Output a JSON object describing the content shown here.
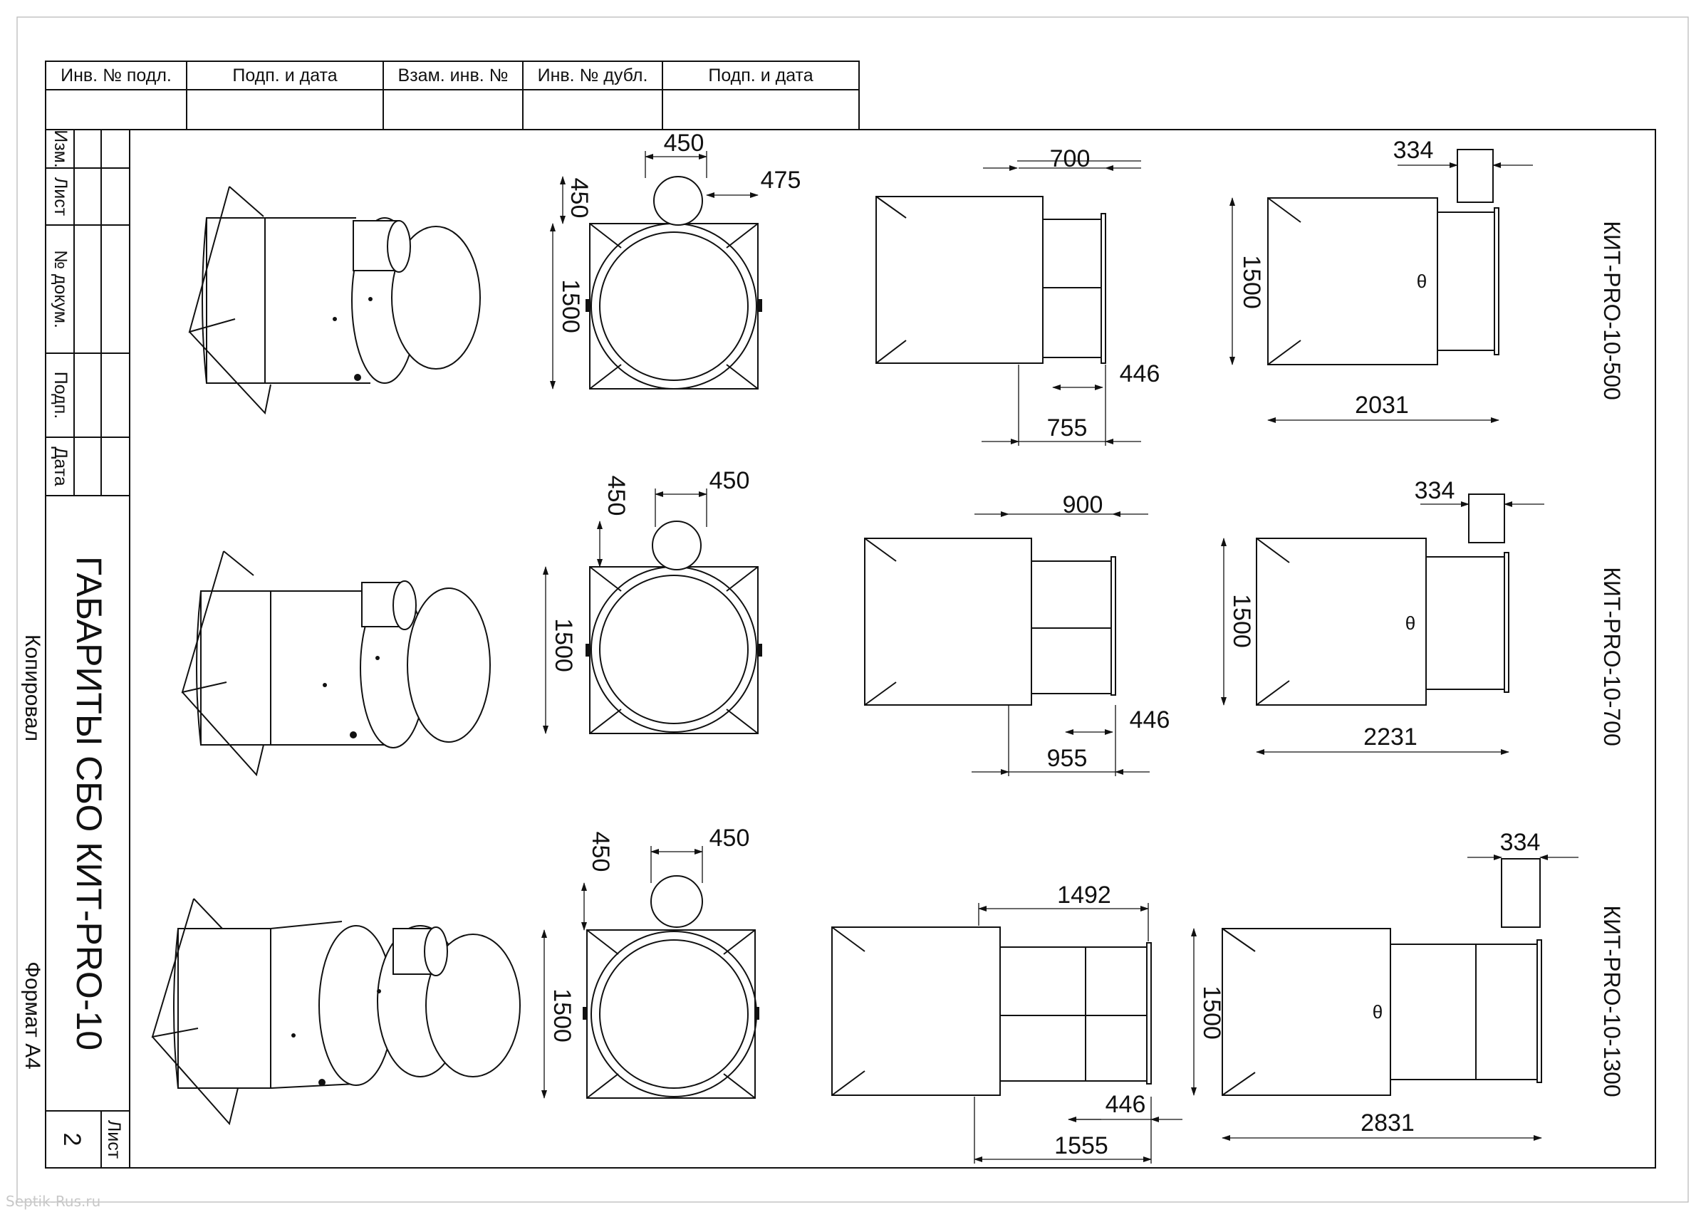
{
  "stamp": {
    "headers": [
      "Инв. № подл.",
      "Подп. и дата",
      "Взам. инв. №",
      "Инв. № дубл.",
      "Подп. и дата"
    ],
    "side_headers": [
      "Изм.",
      "Лист",
      "№ докум.",
      "Подп.",
      "Дата"
    ]
  },
  "title": "ГАБАРИТЫ СБО КИТ-PRO-10",
  "sheet": {
    "label": "Лист",
    "number": "2"
  },
  "margin": {
    "copied": "Копировал",
    "format": "Формат А4"
  },
  "watermark": "Septik-Rus.ru",
  "models": [
    {
      "name": "КИТ-PRO-10-500",
      "front": {
        "neck_width": "450",
        "neck_height": "450",
        "offset": "475",
        "body": "1500"
      },
      "side": {
        "overall": "700",
        "outlet": "446",
        "total": "755"
      },
      "top": {
        "hatch": "334",
        "height": "1500",
        "length": "2031"
      }
    },
    {
      "name": "КИТ-PRO-10-700",
      "front": {
        "neck_width": "450",
        "neck_height": "450",
        "body": "1500"
      },
      "side": {
        "overall": "900",
        "outlet": "446",
        "total": "955"
      },
      "top": {
        "hatch": "334",
        "height": "1500",
        "length": "2231"
      }
    },
    {
      "name": "КИТ-PRO-10-1300",
      "front": {
        "neck_width": "450",
        "neck_height": "450",
        "body": "1500"
      },
      "side": {
        "overall": "1492",
        "outlet": "446",
        "total": "1555"
      },
      "top": {
        "hatch": "334",
        "height": "1500",
        "length": "2831"
      }
    }
  ]
}
